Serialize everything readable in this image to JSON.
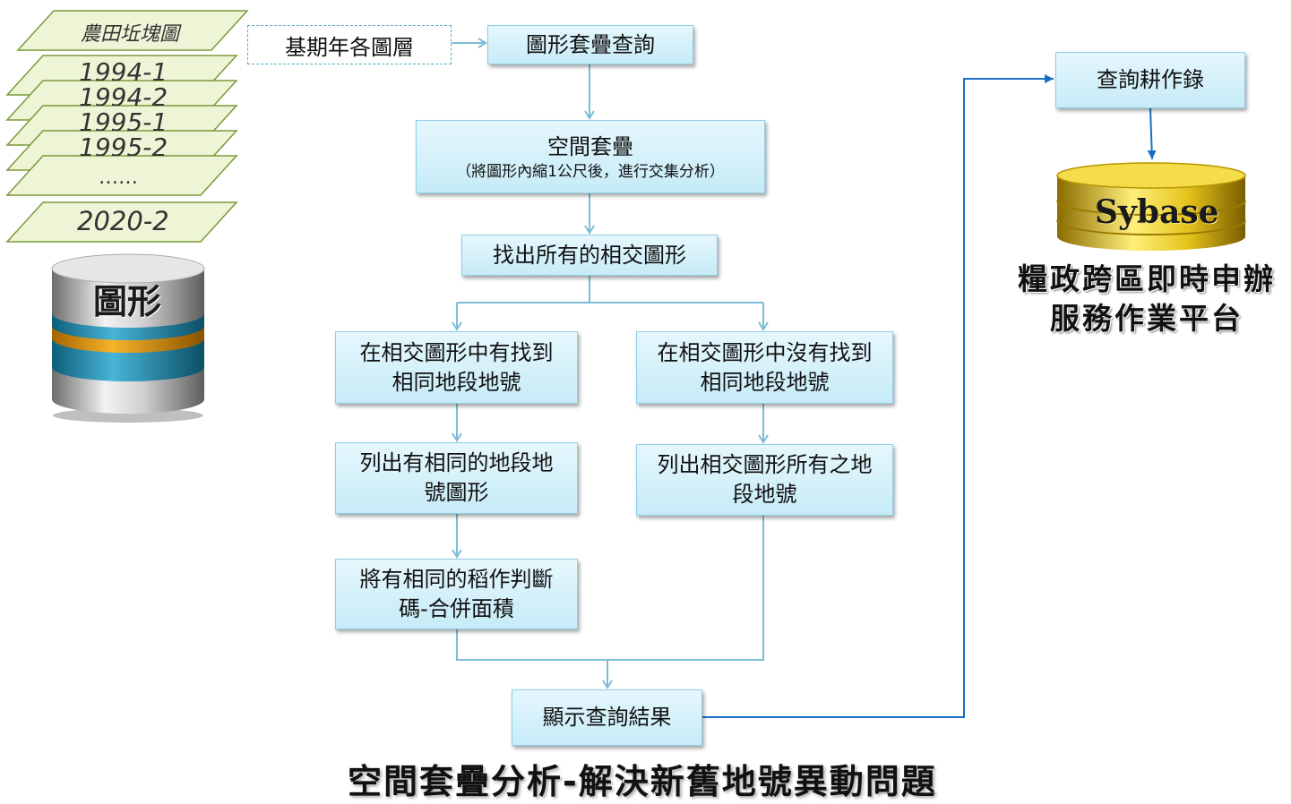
{
  "layers": {
    "title": "農田坵塊圖",
    "years": [
      "1994-1",
      "1994-2",
      "1995-1",
      "1995-2",
      "……",
      "2020-2"
    ]
  },
  "graphics_db": {
    "label": "圖形"
  },
  "flow": {
    "source": "基期年各圖層",
    "query": "圖形套疊查詢",
    "overlay": {
      "title": "空間套疊",
      "note": "（將圖形內縮1公尺後，進行交集分析）"
    },
    "find": "找出所有的相交圖形",
    "left_1": "在相交圖形中有找到相同地段地號",
    "left_2": "列出有相同的地段地號圖形",
    "left_3": "將有相同的稻作判斷碼-合併面積",
    "right_1": "在相交圖形中沒有找到相同地段地號",
    "right_2": "列出相交圖形所有之地段地號",
    "result": "顯示查詢結果",
    "farm_record": "查詢耕作錄"
  },
  "sybase": {
    "label": "Sybase"
  },
  "platform": {
    "line1": "糧政跨區即時申辦",
    "line2": "服務作業平台"
  },
  "caption": "空間套疊分析-解決新舊地號異動問題",
  "colors": {
    "box_fill": "#c6ebf7",
    "box_border": "#8fcfe6",
    "arrow_blue": "#1a6fc4",
    "layer_green": "#e6f0c8"
  }
}
